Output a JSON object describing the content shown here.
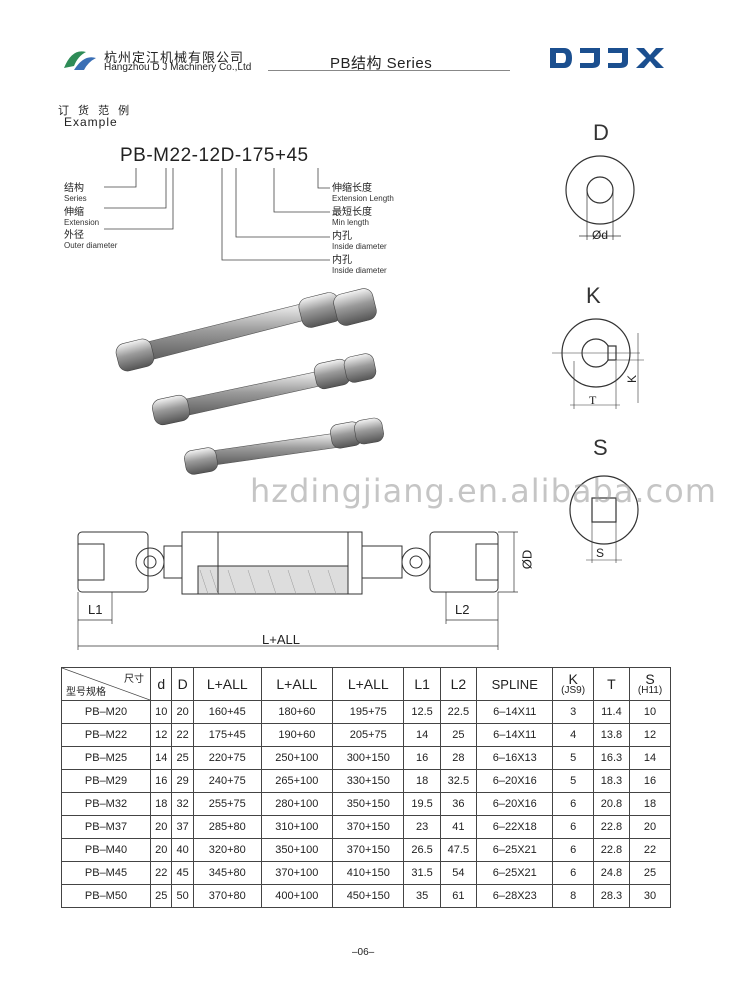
{
  "header": {
    "company_cn": "杭州定江机械有限公司",
    "company_en": "Hangzhou D J Machinery Co.,Ltd",
    "series_title": "PB结构  Series",
    "brand": "DJJX"
  },
  "example": {
    "title_cn": "订 货 范 例",
    "title_en": "Example",
    "code": "PB-M22-12D-175+45",
    "left_labels": [
      {
        "cn": "结构",
        "en": "Series"
      },
      {
        "cn": "伸缩",
        "en": "Extension"
      },
      {
        "cn": "外径",
        "en": "Outer diameter"
      }
    ],
    "right_labels": [
      {
        "cn": "伸缩长度",
        "en": "Extension Length"
      },
      {
        "cn": "最短长度",
        "en": "Min length"
      },
      {
        "cn": "内孔",
        "en": "Inside diameter"
      },
      {
        "cn": "内孔",
        "en": "Inside diameter"
      }
    ]
  },
  "bore_types": {
    "d_letter": "D",
    "d_dim": "Ød",
    "k_letter": "K",
    "k_dim_t": "T",
    "k_dim_k": "K",
    "s_letter": "S",
    "s_dim": "S"
  },
  "watermark": "hzdingjiang.en.alibaba.com",
  "drawing": {
    "l1": "L1",
    "l2": "L2",
    "lall": "L+ALL",
    "od": "ØD"
  },
  "table": {
    "corner_top": "尺寸",
    "corner_bottom": "型号规格",
    "headers": [
      "d",
      "D",
      "L+ALL",
      "L+ALL",
      "L+ALL",
      "L1",
      "L2",
      "SPLINE",
      "K",
      "T",
      "S"
    ],
    "sub_headers": {
      "k": "(JS9)",
      "s": "(H11)"
    },
    "rows": [
      [
        "PB–M20",
        "10",
        "20",
        "160+45",
        "180+60",
        "195+75",
        "12.5",
        "22.5",
        "6–14X11",
        "3",
        "11.4",
        "10"
      ],
      [
        "PB–M22",
        "12",
        "22",
        "175+45",
        "190+60",
        "205+75",
        "14",
        "25",
        "6–14X11",
        "4",
        "13.8",
        "12"
      ],
      [
        "PB–M25",
        "14",
        "25",
        "220+75",
        "250+100",
        "300+150",
        "16",
        "28",
        "6–16X13",
        "5",
        "16.3",
        "14"
      ],
      [
        "PB–M29",
        "16",
        "29",
        "240+75",
        "265+100",
        "330+150",
        "18",
        "32.5",
        "6–20X16",
        "5",
        "18.3",
        "16"
      ],
      [
        "PB–M32",
        "18",
        "32",
        "255+75",
        "280+100",
        "350+150",
        "19.5",
        "36",
        "6–20X16",
        "6",
        "20.8",
        "18"
      ],
      [
        "PB–M37",
        "20",
        "37",
        "285+80",
        "310+100",
        "370+150",
        "23",
        "41",
        "6–22X18",
        "6",
        "22.8",
        "20"
      ],
      [
        "PB–M40",
        "20",
        "40",
        "320+80",
        "350+100",
        "370+150",
        "26.5",
        "47.5",
        "6–25X21",
        "6",
        "22.8",
        "22"
      ],
      [
        "PB–M45",
        "22",
        "45",
        "345+80",
        "370+100",
        "410+150",
        "31.5",
        "54",
        "6–25X21",
        "6",
        "24.8",
        "25"
      ],
      [
        "PB–M50",
        "25",
        "50",
        "370+80",
        "400+100",
        "450+150",
        "35",
        "61",
        "6–28X23",
        "8",
        "28.3",
        "30"
      ]
    ]
  },
  "page_number": "–06–"
}
